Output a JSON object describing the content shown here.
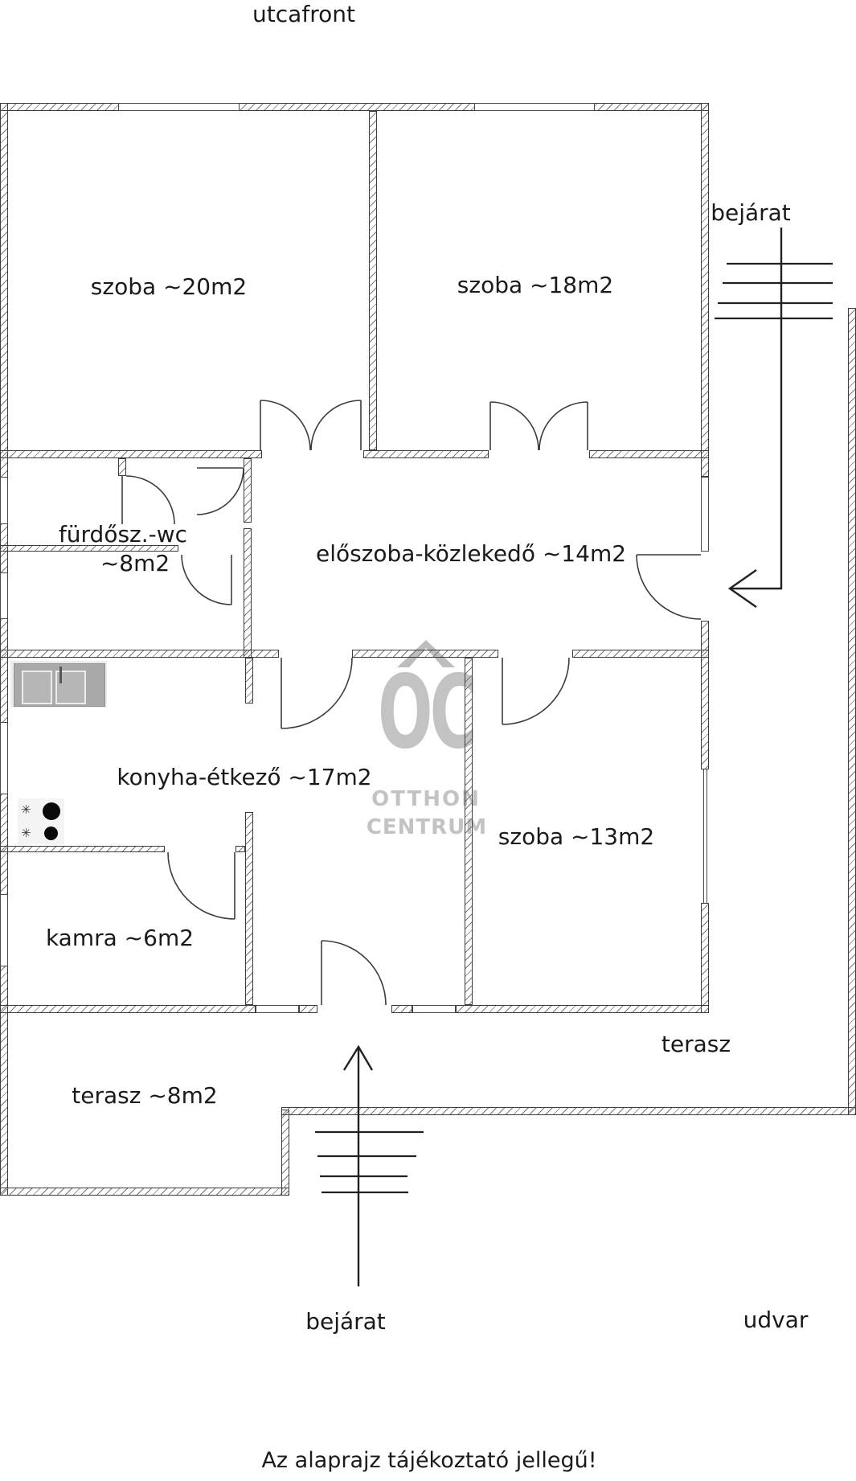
{
  "labels": {
    "street_front": "utcafront",
    "entrance_top": "bejárat",
    "entrance_bottom": "bejárat",
    "room_20": "szoba ~20m2",
    "room_18": "szoba ~18m2",
    "bathroom_line1": "fürdősz.-wc",
    "bathroom_line2": "~8m2",
    "hallway": "előszoba-közlekedő ~14m2",
    "kitchen": "konyha-étkező ~17m2",
    "room_13": "szoba ~13m2",
    "pantry": "kamra ~6m2",
    "terrace_left": "terasz ~8m2",
    "terrace_right": "terasz",
    "courtyard": "udvar",
    "disclaimer": "Az alaprajz tájékoztató jellegű!"
  },
  "watermark": {
    "logo": "OC",
    "line1": "OTTHON",
    "line2": "CENTRUM"
  },
  "colors": {
    "wall_outline": "#3c3c3c",
    "wall_hatch": "#777777",
    "text": "#1a1a1a",
    "watermark": "#c3c3c3",
    "background": "#ffffff"
  }
}
